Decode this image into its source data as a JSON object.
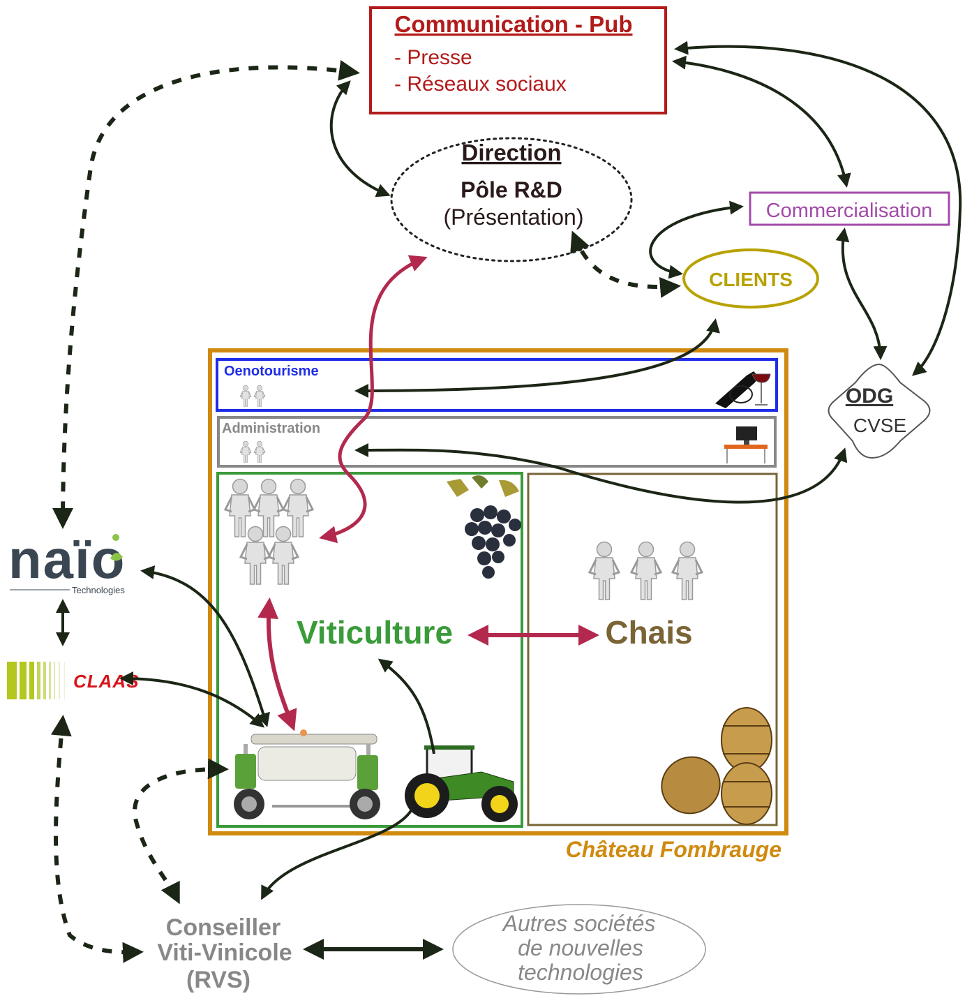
{
  "colors": {
    "dark_arrow": "#1b2616",
    "red_arrow": "#b3294e",
    "communication": "#b31b1b",
    "commercial": "#a24aa8",
    "clients": "#b7a200",
    "chateau": "#d08a10",
    "oenotourisme": "#1f2ee6",
    "administration": "#888888",
    "viticulture": "#3a9b3a",
    "chais": "#7a6436",
    "conseiller": "#888888"
  },
  "communication": {
    "title": "Communication - Pub",
    "items": [
      "- Presse",
      "- Réseaux sociaux"
    ]
  },
  "direction": {
    "title": "Direction",
    "subtitle": "Pôle R&D",
    "note": "(Présentation)"
  },
  "commercialisation": {
    "label": "Commercialisation"
  },
  "clients": {
    "label": "CLIENTS"
  },
  "odg": {
    "title": "ODG",
    "subtitle": "CVSE"
  },
  "chateau": {
    "label": "Château Fombrauge",
    "oenotourisme": "Oenotourisme",
    "administration": "Administration",
    "viticulture": "Viticulture",
    "chais": "Chais"
  },
  "partners": {
    "naio_logo": "naïo",
    "naio_sub": "Technologies",
    "claas_logo": "CLAAS"
  },
  "conseiller": {
    "lines": [
      "Conseiller",
      "Viti-Vinicole",
      "(RVS)"
    ]
  },
  "autres": {
    "lines": [
      "Autres sociétés",
      "de nouvelles",
      "technologies"
    ]
  },
  "icons": [
    "people-icon",
    "wine-bottle-icon",
    "desk-computer-icon",
    "grapes-icon",
    "robot-icon",
    "tractor-icon",
    "barrels-icon"
  ]
}
